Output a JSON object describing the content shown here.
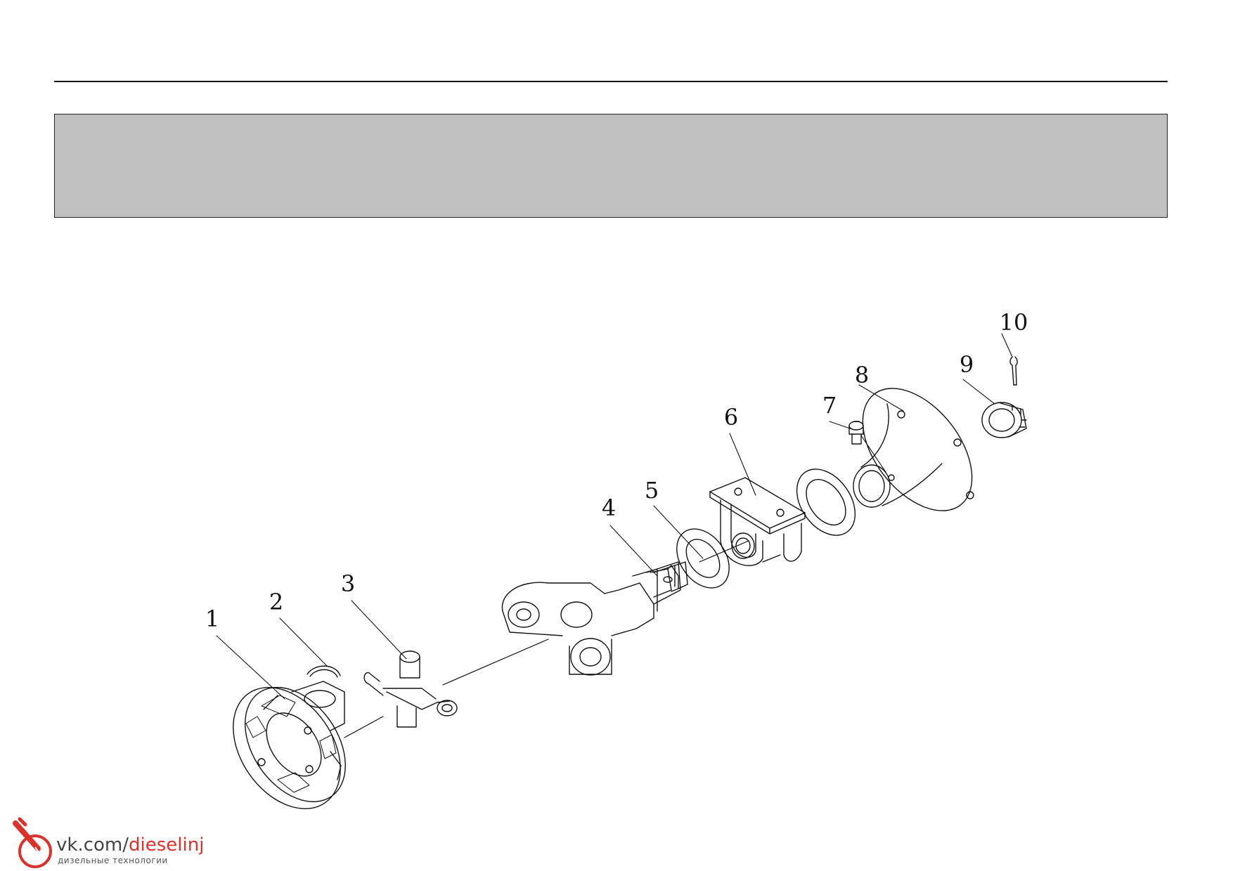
{
  "header": {
    "title": ""
  },
  "callouts": [
    "1",
    "2",
    "3",
    "4",
    "5",
    "6",
    "7",
    "8",
    "9",
    "10"
  ],
  "colors": {
    "line": "#111111",
    "header_fill": "#c0c0c0",
    "watermark_red": "#d9312c"
  },
  "watermark": {
    "url_prefix": "vk.com/",
    "url_brand": "dieselinj",
    "subtitle": "дизельные технологии",
    "logo_icon": "injector-drop-icon"
  }
}
